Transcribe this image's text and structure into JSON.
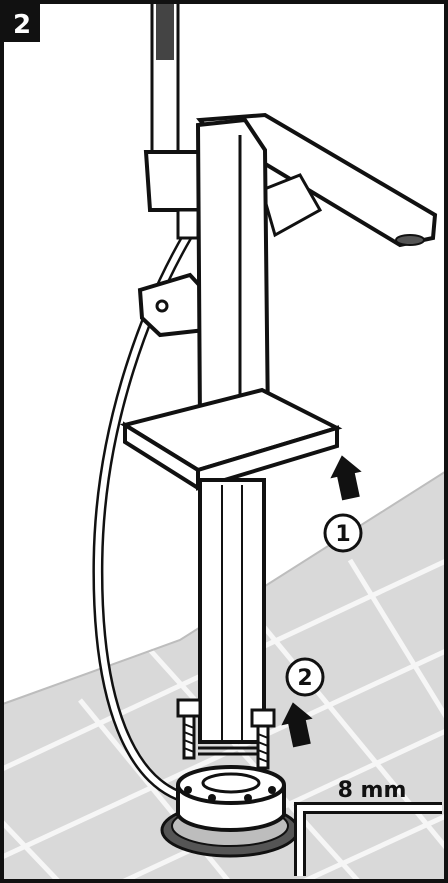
{
  "step": {
    "number": "2"
  },
  "callouts": {
    "first": "1",
    "second": "2"
  },
  "tool": {
    "size": "8 mm"
  },
  "colors": {
    "line": "#111111",
    "floor": "#d9d9d9",
    "floor_grid": "#f4f4f4",
    "wall": "#ececec",
    "ring_dark": "#555555"
  }
}
